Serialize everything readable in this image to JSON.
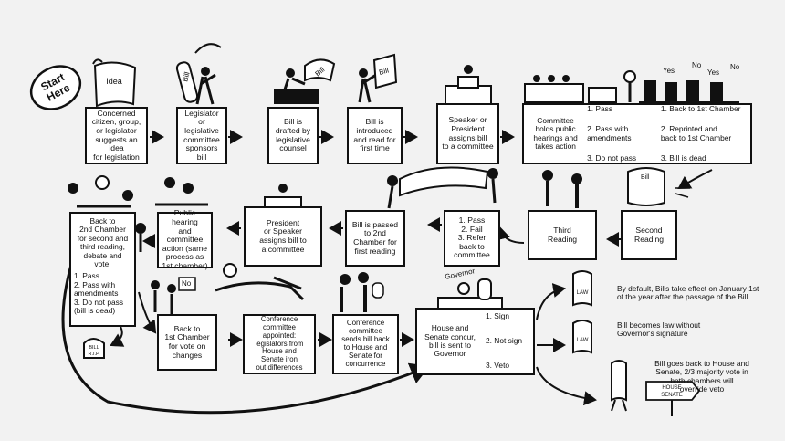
{
  "start_label": "Start\nHere",
  "steps": {
    "concerned_citizen": "Concerned\ncitizen, group,\nor legislator\nsuggests an idea\nfor legislation",
    "legislator_sponsors": "Legislator or\nlegislative\ncommittee\nsponsors bill",
    "drafted": "Bill is\ndrafted by\nlegislative\ncounsel",
    "introduced": "Bill is\nintroduced\nand read for\nfirst time",
    "speaker_assigns": "Speaker or\nPresident\nassigns bill\nto a committee",
    "committee_hearings": "Committee\nholds public\nhearings and\ntakes action",
    "second_reading": "Second\nReading",
    "third_reading": "Third\nReading",
    "third_options": "1. Pass\n2. Fail\n3. Refer\nback to\ncommittee",
    "passed_second_chamber": "Bill is passed\nto 2nd\nChamber for\nfirst reading",
    "president_assigns": "President\nor Speaker\nassigns bill to\na committee",
    "public_hearing_second": "Public hearing\nand committee\naction (same\nprocess as\n1st chamber)",
    "back_to_second": "Back to\n2nd Chamber\nfor second and\nthird reading,\ndebate and\nvote:",
    "second_vote_options": "1. Pass\n2. Pass with\namendments\n3. Do not pass\n(bill is dead)",
    "back_to_first": "Back to\n1st Chamber\nfor vote on\nchanges",
    "conference_appointed": "Conference\ncommittee\nappointed:\nlegislators from\nHouse and\nSenate iron\nout differences",
    "conference_sends": "Conference\ncommittee\nsends bill back\nto House and\nSenate for\nconcurrence",
    "house_senate_concur": "House and\nSenate concur,\nbill is sent to\nGovernor",
    "governor_options": [
      "1. Sign",
      "2. Not sign",
      "3. Veto"
    ]
  },
  "committee_options": [
    "1. Pass",
    "2. Pass with\namendments",
    "3. Do not pass"
  ],
  "committee_results": [
    "1. Back to 1st Chamber",
    "2. Reprinted and\nback to 1st Chamber",
    "3. Bill is dead"
  ],
  "outcomes": {
    "sign": "By default, Bills take effect on January 1st\nof the year after the passage of the Bill",
    "not_sign": "Bill becomes law without\nGovernor's signature",
    "veto": "Bill goes back to House and\nSenate, 2/3 majority vote in\nboth chambers will\noverride veto"
  },
  "drawing_labels": {
    "idea": "Idea",
    "bill": "Bill",
    "yes": "Yes",
    "no": "No",
    "governor": "Governor",
    "law": "LAW",
    "house_senate": "HOUSE\nSENATE",
    "bill_rip": "BILL\nR.I.P."
  },
  "colors": {
    "ink": "#111111",
    "paper": "#ffffff",
    "background": "#f2f2f2"
  }
}
